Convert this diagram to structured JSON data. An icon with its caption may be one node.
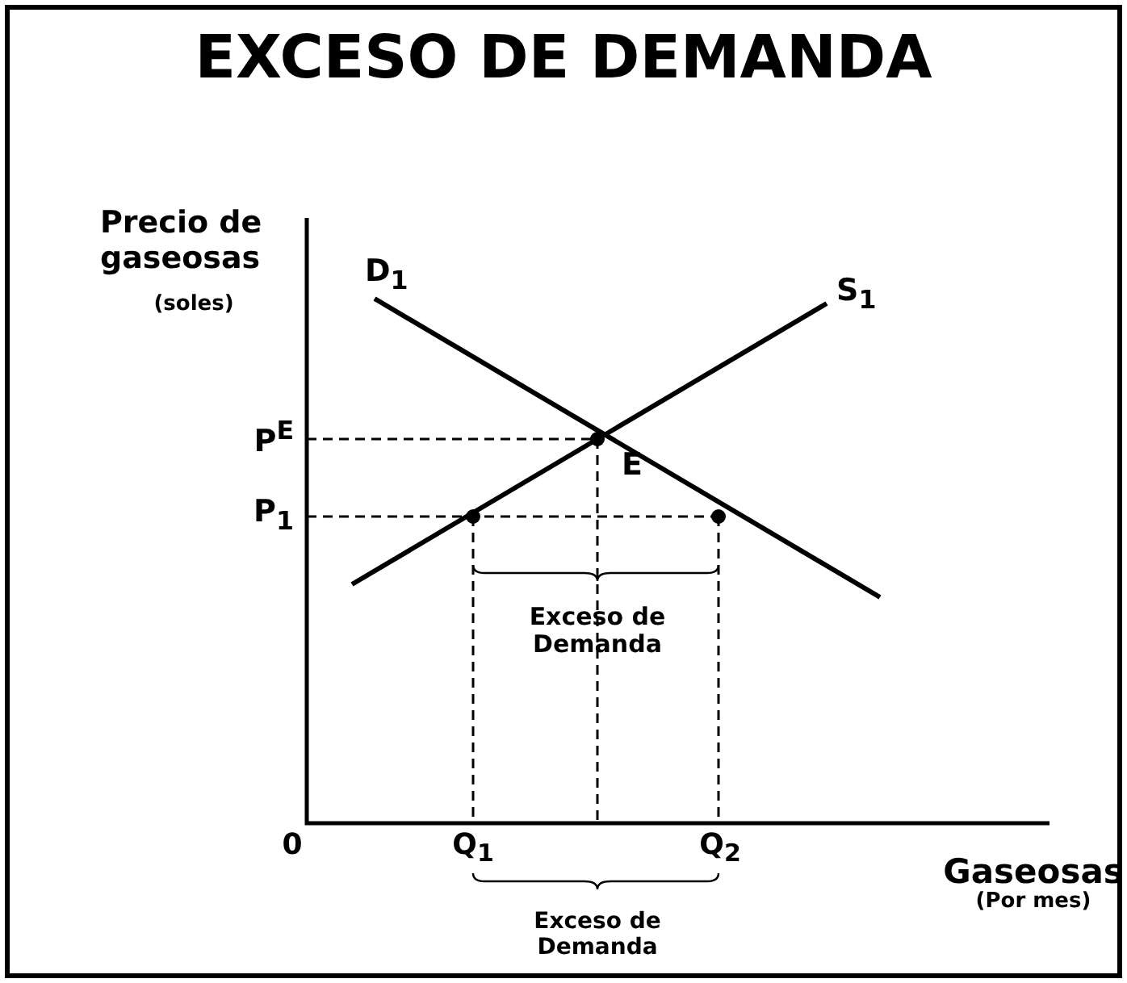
{
  "diagram": {
    "title": "EXCESO DE DEMANDA",
    "labels": [
      "Precio de gaseosas",
      "(soles)",
      "D$_{1}$",
      "S$_{1}$",
      "P$^{E}$",
      "E",
      "P$_{1}$",
      "Exceso de Demanda",
      "0",
      "Q$_{1}$",
      "Q$_{2}$",
      "Gaseosas",
      "(Por mes)",
      "Exceso de Demanda"
    ]
  }
}
